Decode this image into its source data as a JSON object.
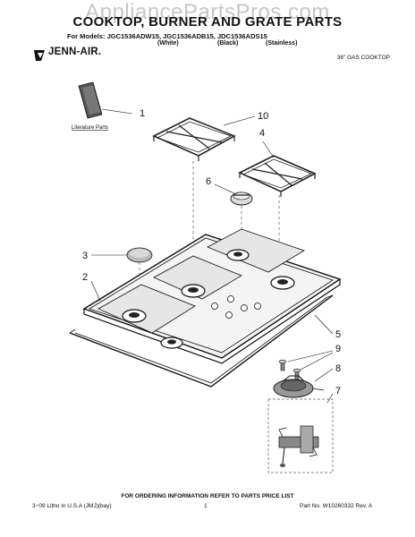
{
  "watermark": "AppliancePartsPros.com",
  "title": "COOKTOP, BURNER AND GRATE PARTS",
  "models_line": "For Models: JGC1536ADW15, JGC1536ADB15, JDC1536ADS15",
  "colors": [
    "(White)",
    "(Black)",
    "(Stainless)"
  ],
  "brand": "JENN-AIR.",
  "cooktop_label": "36\" GAS COOKTOP",
  "literature_label": "Literature Parts",
  "callouts": [
    "1",
    "10",
    "4",
    "6",
    "3",
    "2",
    "5",
    "9",
    "8",
    "7"
  ],
  "footer": {
    "ordering": "FOR ORDERING INFORMATION REFER TO PARTS PRICE LIST",
    "litho": "3−09 Litho in U.S.A (JMJ)(bay)",
    "page": "1",
    "part_no": "Part No. W10260332 Rev. A"
  }
}
